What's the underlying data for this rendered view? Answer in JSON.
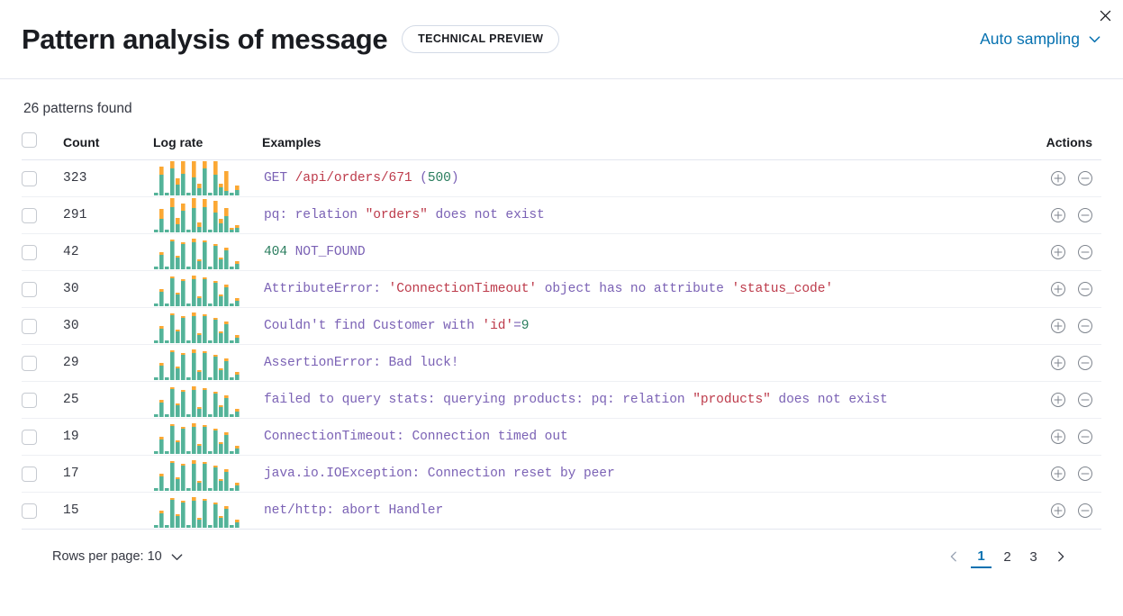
{
  "header": {
    "title": "Pattern analysis of message",
    "badge": "TECHNICAL PREVIEW",
    "sampling_label": "Auto sampling",
    "chevron_icon": "chevron-down-icon",
    "close_icon": "close-icon"
  },
  "summary": {
    "patterns_found": "26 patterns found"
  },
  "table": {
    "columns": {
      "select": "",
      "count": "Count",
      "log_rate": "Log rate",
      "examples": "Examples",
      "actions": "Actions"
    },
    "action_icons": {
      "add": "plus-in-circle-icon",
      "remove": "minus-in-circle-icon"
    },
    "rows": [
      {
        "count": "323",
        "example_text": "GET /api/orders/671 (500)",
        "tokens": [
          {
            "t": "GET ",
            "c": "default"
          },
          {
            "t": "/api/orders/671 ",
            "c": "red"
          },
          {
            "t": "(",
            "c": "default"
          },
          {
            "t": "500",
            "c": "green"
          },
          {
            "t": ")",
            "c": "default"
          }
        ],
        "sparkline": [
          {
            "g": 3,
            "o": 0
          },
          {
            "g": 23,
            "o": 9
          },
          {
            "g": 3,
            "o": 0
          },
          {
            "g": 30,
            "o": 24
          },
          {
            "g": 12,
            "o": 7
          },
          {
            "g": 24,
            "o": 14
          },
          {
            "g": 3,
            "o": 0
          },
          {
            "g": 20,
            "o": 24
          },
          {
            "g": 8,
            "o": 5
          },
          {
            "g": 30,
            "o": 16
          },
          {
            "g": 3,
            "o": 0
          },
          {
            "g": 23,
            "o": 15
          },
          {
            "g": 9,
            "o": 4
          },
          {
            "g": 5,
            "o": 22
          },
          {
            "g": 3,
            "o": 0
          },
          {
            "g": 6,
            "o": 5
          }
        ]
      },
      {
        "count": "291",
        "example_text": "pq: relation \"orders\" does not exist",
        "tokens": [
          {
            "t": "pq: relation ",
            "c": "default"
          },
          {
            "t": "\"orders\"",
            "c": "red"
          },
          {
            "t": " does not exist",
            "c": "default"
          }
        ],
        "sparkline": [
          {
            "g": 3,
            "o": 0
          },
          {
            "g": 15,
            "o": 11
          },
          {
            "g": 3,
            "o": 0
          },
          {
            "g": 28,
            "o": 10
          },
          {
            "g": 9,
            "o": 7
          },
          {
            "g": 24,
            "o": 8
          },
          {
            "g": 3,
            "o": 0
          },
          {
            "g": 27,
            "o": 12
          },
          {
            "g": 6,
            "o": 5
          },
          {
            "g": 28,
            "o": 9
          },
          {
            "g": 3,
            "o": 0
          },
          {
            "g": 22,
            "o": 13
          },
          {
            "g": 10,
            "o": 5
          },
          {
            "g": 18,
            "o": 9
          },
          {
            "g": 3,
            "o": 2
          },
          {
            "g": 5,
            "o": 3
          }
        ]
      },
      {
        "count": "42",
        "example_text": "404 NOT_FOUND",
        "tokens": [
          {
            "t": "404",
            "c": "green"
          },
          {
            "t": " NOT_FOUND",
            "c": "default"
          }
        ],
        "sparkline": [
          {
            "g": 3,
            "o": 0
          },
          {
            "g": 16,
            "o": 3
          },
          {
            "g": 3,
            "o": 0
          },
          {
            "g": 31,
            "o": 2
          },
          {
            "g": 13,
            "o": 2
          },
          {
            "g": 28,
            "o": 2
          },
          {
            "g": 3,
            "o": 0
          },
          {
            "g": 30,
            "o": 4
          },
          {
            "g": 9,
            "o": 2
          },
          {
            "g": 30,
            "o": 2
          },
          {
            "g": 3,
            "o": 0
          },
          {
            "g": 26,
            "o": 2
          },
          {
            "g": 11,
            "o": 2
          },
          {
            "g": 21,
            "o": 3
          },
          {
            "g": 3,
            "o": 0
          },
          {
            "g": 6,
            "o": 3
          }
        ]
      },
      {
        "count": "30",
        "example_text": "AttributeError: 'ConnectionTimeout' object has no attribute 'status_code'",
        "tokens": [
          {
            "t": "AttributeError: ",
            "c": "default"
          },
          {
            "t": "'ConnectionTimeout'",
            "c": "red"
          },
          {
            "t": " object has no attribute ",
            "c": "default"
          },
          {
            "t": "'status_code'",
            "c": "red"
          }
        ],
        "sparkline": [
          {
            "g": 3,
            "o": 0
          },
          {
            "g": 16,
            "o": 3
          },
          {
            "g": 3,
            "o": 0
          },
          {
            "g": 31,
            "o": 2
          },
          {
            "g": 13,
            "o": 2
          },
          {
            "g": 28,
            "o": 2
          },
          {
            "g": 3,
            "o": 0
          },
          {
            "g": 30,
            "o": 4
          },
          {
            "g": 9,
            "o": 2
          },
          {
            "g": 30,
            "o": 2
          },
          {
            "g": 3,
            "o": 0
          },
          {
            "g": 26,
            "o": 2
          },
          {
            "g": 11,
            "o": 2
          },
          {
            "g": 21,
            "o": 3
          },
          {
            "g": 3,
            "o": 0
          },
          {
            "g": 6,
            "o": 3
          }
        ]
      },
      {
        "count": "30",
        "example_text": "Couldn't find Customer with 'id'=9",
        "tokens": [
          {
            "t": "Couldn't find Customer with ",
            "c": "default"
          },
          {
            "t": "'id'",
            "c": "red"
          },
          {
            "t": "=",
            "c": "default"
          },
          {
            "t": "9",
            "c": "green"
          }
        ],
        "sparkline": [
          {
            "g": 3,
            "o": 0
          },
          {
            "g": 16,
            "o": 3
          },
          {
            "g": 3,
            "o": 0
          },
          {
            "g": 31,
            "o": 2
          },
          {
            "g": 13,
            "o": 2
          },
          {
            "g": 28,
            "o": 2
          },
          {
            "g": 3,
            "o": 0
          },
          {
            "g": 30,
            "o": 4
          },
          {
            "g": 9,
            "o": 2
          },
          {
            "g": 30,
            "o": 2
          },
          {
            "g": 3,
            "o": 0
          },
          {
            "g": 26,
            "o": 2
          },
          {
            "g": 11,
            "o": 2
          },
          {
            "g": 21,
            "o": 3
          },
          {
            "g": 3,
            "o": 0
          },
          {
            "g": 6,
            "o": 3
          }
        ]
      },
      {
        "count": "29",
        "example_text": "AssertionError: Bad luck!",
        "tokens": [
          {
            "t": "AssertionError: Bad luck!",
            "c": "default"
          }
        ],
        "sparkline": [
          {
            "g": 3,
            "o": 0
          },
          {
            "g": 16,
            "o": 3
          },
          {
            "g": 3,
            "o": 0
          },
          {
            "g": 31,
            "o": 2
          },
          {
            "g": 13,
            "o": 2
          },
          {
            "g": 28,
            "o": 2
          },
          {
            "g": 3,
            "o": 0
          },
          {
            "g": 30,
            "o": 4
          },
          {
            "g": 9,
            "o": 2
          },
          {
            "g": 30,
            "o": 2
          },
          {
            "g": 3,
            "o": 0
          },
          {
            "g": 26,
            "o": 2
          },
          {
            "g": 11,
            "o": 2
          },
          {
            "g": 21,
            "o": 3
          },
          {
            "g": 3,
            "o": 0
          },
          {
            "g": 6,
            "o": 3
          }
        ]
      },
      {
        "count": "25",
        "example_text": "failed to query stats: querying products: pq: relation \"products\" does not exist",
        "tokens": [
          {
            "t": "failed to query stats: querying products: pq: relation ",
            "c": "default"
          },
          {
            "t": "\"products\"",
            "c": "red"
          },
          {
            "t": " does not exist",
            "c": "default"
          }
        ],
        "sparkline": [
          {
            "g": 3,
            "o": 0
          },
          {
            "g": 16,
            "o": 3
          },
          {
            "g": 3,
            "o": 0
          },
          {
            "g": 31,
            "o": 2
          },
          {
            "g": 13,
            "o": 2
          },
          {
            "g": 28,
            "o": 2
          },
          {
            "g": 3,
            "o": 0
          },
          {
            "g": 30,
            "o": 4
          },
          {
            "g": 9,
            "o": 2
          },
          {
            "g": 30,
            "o": 2
          },
          {
            "g": 3,
            "o": 0
          },
          {
            "g": 26,
            "o": 2
          },
          {
            "g": 11,
            "o": 2
          },
          {
            "g": 21,
            "o": 3
          },
          {
            "g": 3,
            "o": 0
          },
          {
            "g": 6,
            "o": 3
          }
        ]
      },
      {
        "count": "19",
        "example_text": "ConnectionTimeout: Connection timed out",
        "tokens": [
          {
            "t": "ConnectionTimeout: Connection timed out",
            "c": "default"
          }
        ],
        "sparkline": [
          {
            "g": 3,
            "o": 0
          },
          {
            "g": 16,
            "o": 3
          },
          {
            "g": 3,
            "o": 0
          },
          {
            "g": 31,
            "o": 2
          },
          {
            "g": 13,
            "o": 2
          },
          {
            "g": 28,
            "o": 2
          },
          {
            "g": 3,
            "o": 0
          },
          {
            "g": 30,
            "o": 4
          },
          {
            "g": 9,
            "o": 2
          },
          {
            "g": 30,
            "o": 2
          },
          {
            "g": 3,
            "o": 0
          },
          {
            "g": 26,
            "o": 2
          },
          {
            "g": 11,
            "o": 2
          },
          {
            "g": 21,
            "o": 3
          },
          {
            "g": 3,
            "o": 0
          },
          {
            "g": 6,
            "o": 3
          }
        ]
      },
      {
        "count": "17",
        "example_text": "java.io.IOException: Connection reset by peer",
        "tokens": [
          {
            "t": "java.io.IOException: Connection reset by peer",
            "c": "default"
          }
        ],
        "sparkline": [
          {
            "g": 3,
            "o": 0
          },
          {
            "g": 16,
            "o": 3
          },
          {
            "g": 3,
            "o": 0
          },
          {
            "g": 31,
            "o": 2
          },
          {
            "g": 13,
            "o": 2
          },
          {
            "g": 28,
            "o": 2
          },
          {
            "g": 3,
            "o": 0
          },
          {
            "g": 30,
            "o": 4
          },
          {
            "g": 9,
            "o": 2
          },
          {
            "g": 30,
            "o": 2
          },
          {
            "g": 3,
            "o": 0
          },
          {
            "g": 26,
            "o": 2
          },
          {
            "g": 11,
            "o": 2
          },
          {
            "g": 21,
            "o": 3
          },
          {
            "g": 3,
            "o": 0
          },
          {
            "g": 6,
            "o": 3
          }
        ]
      },
      {
        "count": "15",
        "example_text": "net/http: abort Handler",
        "tokens": [
          {
            "t": "net/http: abort Handler",
            "c": "default"
          }
        ],
        "sparkline": [
          {
            "g": 3,
            "o": 0
          },
          {
            "g": 16,
            "o": 3
          },
          {
            "g": 3,
            "o": 0
          },
          {
            "g": 31,
            "o": 2
          },
          {
            "g": 13,
            "o": 2
          },
          {
            "g": 28,
            "o": 2
          },
          {
            "g": 3,
            "o": 0
          },
          {
            "g": 30,
            "o": 4
          },
          {
            "g": 9,
            "o": 2
          },
          {
            "g": 30,
            "o": 2
          },
          {
            "g": 3,
            "o": 0
          },
          {
            "g": 26,
            "o": 2
          },
          {
            "g": 11,
            "o": 2
          },
          {
            "g": 21,
            "o": 3
          },
          {
            "g": 3,
            "o": 0
          },
          {
            "g": 6,
            "o": 3
          }
        ]
      }
    ]
  },
  "footer": {
    "rows_per_page_label": "Rows per page: 10",
    "prev_icon": "chevron-left-icon",
    "next_icon": "chevron-right-icon",
    "pages": [
      "1",
      "2",
      "3"
    ],
    "active_page": "1"
  },
  "colors": {
    "accent": "#0671b0",
    "spark_green": "#54b399",
    "spark_orange": "#fba834",
    "token_default": "#7b62b5",
    "token_red": "#bd3b4b",
    "token_green": "#2a7d5e"
  }
}
